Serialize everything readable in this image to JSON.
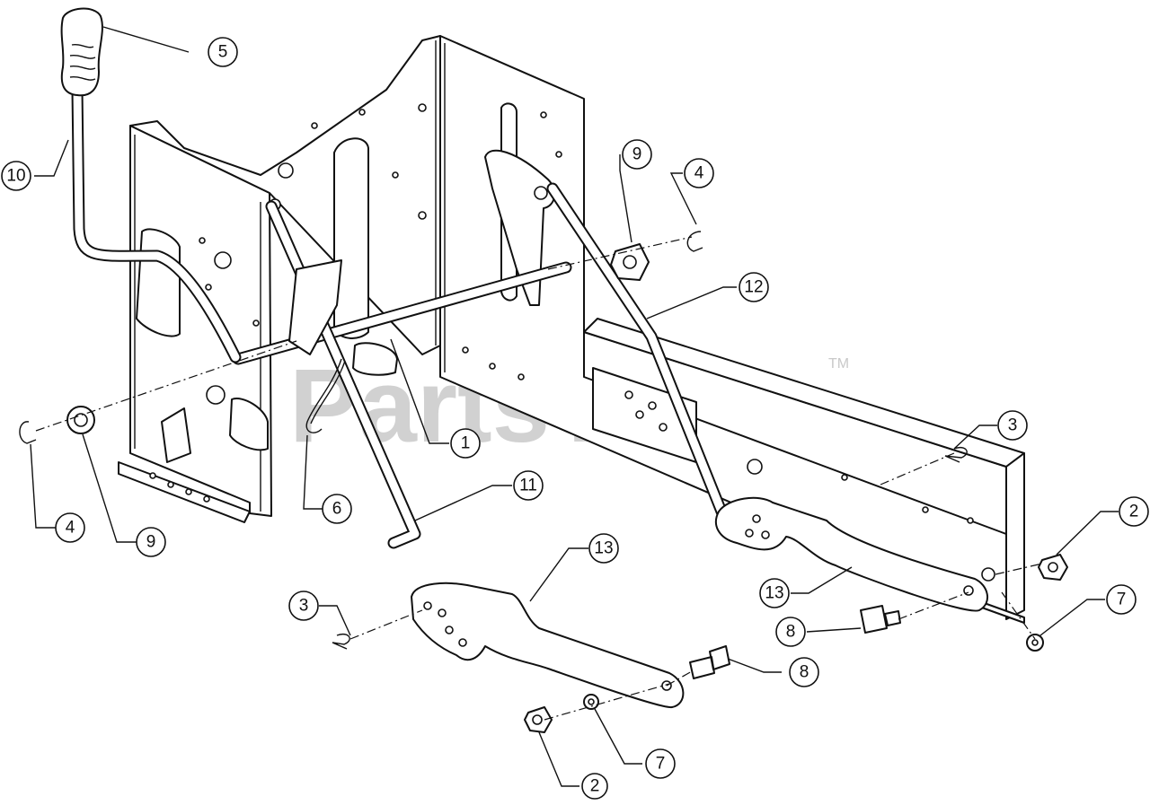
{
  "diagram": {
    "watermark": "PartsTree",
    "watermark_mark": "TM",
    "callouts": [
      {
        "id": "c5",
        "label": "5"
      },
      {
        "id": "c10",
        "label": "10"
      },
      {
        "id": "c9a",
        "label": "9"
      },
      {
        "id": "c4a",
        "label": "4"
      },
      {
        "id": "c12",
        "label": "12"
      },
      {
        "id": "c1",
        "label": "1"
      },
      {
        "id": "c3a",
        "label": "3"
      },
      {
        "id": "c11",
        "label": "11"
      },
      {
        "id": "c6",
        "label": "6"
      },
      {
        "id": "c4b",
        "label": "4"
      },
      {
        "id": "c9b",
        "label": "9"
      },
      {
        "id": "c13a",
        "label": "13"
      },
      {
        "id": "c2a",
        "label": "2"
      },
      {
        "id": "c7a",
        "label": "7"
      },
      {
        "id": "c13b",
        "label": "13"
      },
      {
        "id": "c8a",
        "label": "8"
      },
      {
        "id": "c3b",
        "label": "3"
      },
      {
        "id": "c8b",
        "label": "8"
      },
      {
        "id": "c7b",
        "label": "7"
      },
      {
        "id": "c2b",
        "label": "2"
      }
    ]
  }
}
